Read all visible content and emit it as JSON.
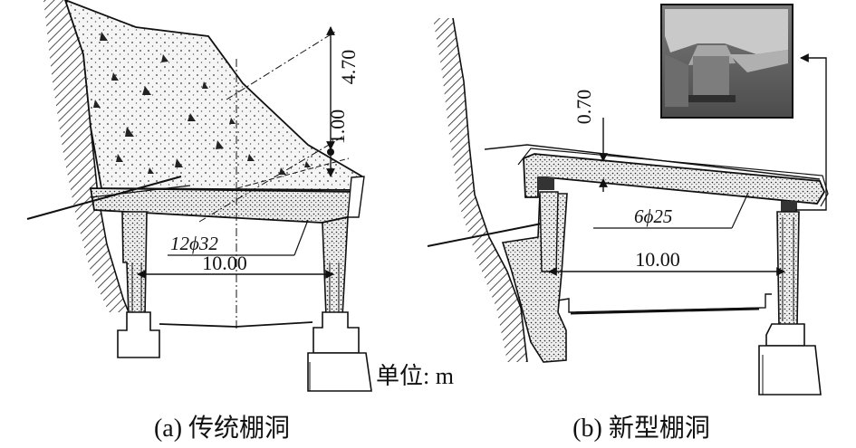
{
  "left": {
    "caption": "(a) 传统棚洞",
    "span_label": "10.00",
    "dim_upper": "4.70",
    "dim_lower": "1.00",
    "rebar_label": "12ϕ32"
  },
  "right": {
    "caption": "(b) 新型棚洞",
    "span_label": "10.00",
    "dim_top": "0.70",
    "rebar_label": "6ϕ25"
  },
  "unit_label": "单位: m",
  "colors": {
    "line": "#111111",
    "fill_stipple": "#f4f4f4",
    "photo_dark": "#5a5a5a",
    "photo_light": "#b9b9b9"
  }
}
